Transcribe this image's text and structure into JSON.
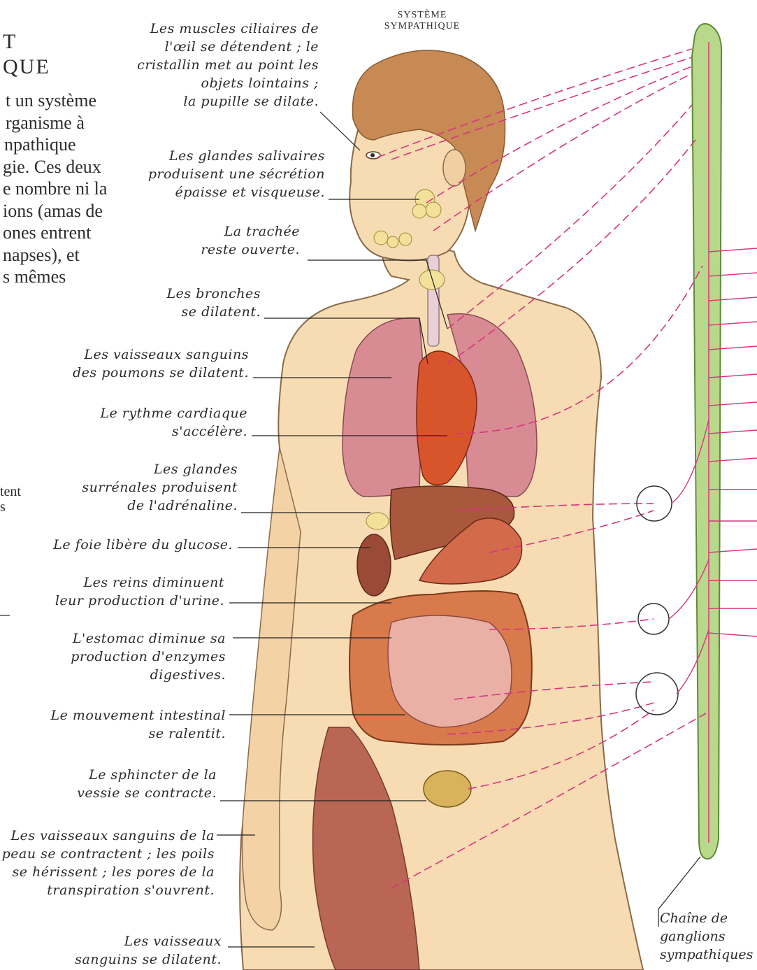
{
  "header": {
    "title_fragments": [
      "T",
      "QUE"
    ],
    "system_label": [
      "SYSTÈME",
      "SYMPATHIQUE"
    ]
  },
  "intro_fragments": [
    "t un système",
    "rganisme à",
    "npathique",
    "gie. Ces deux",
    "e nombre ni la",
    "ions (amas de",
    "ones entrent",
    "napses), et",
    "s mêmes"
  ],
  "side_fragments": [
    "tent",
    "s"
  ],
  "labels": [
    {
      "id": "eye",
      "lines": [
        "Les muscles ciliaires de",
        "l'œil se détendent ; le",
        "cristallin met au point les",
        "objets lointains ;",
        "la pupille se dilate."
      ]
    },
    {
      "id": "salivary",
      "lines": [
        "Les glandes salivaires",
        "produisent une sécrétion",
        "épaisse et visqueuse."
      ]
    },
    {
      "id": "trachea",
      "lines": [
        "La trachée",
        "reste ouverte."
      ]
    },
    {
      "id": "bronchi",
      "lines": [
        "Les bronches",
        "se dilatent."
      ]
    },
    {
      "id": "lung-vessels",
      "lines": [
        "Les vaisseaux sanguins",
        "des poumons se dilatent."
      ]
    },
    {
      "id": "heart",
      "lines": [
        "Le rythme cardiaque",
        "s'accélère."
      ]
    },
    {
      "id": "adrenal",
      "lines": [
        "Les glandes",
        "surrénales produisent",
        "de l'adrénaline."
      ]
    },
    {
      "id": "liver",
      "lines": [
        "Le foie libère du glucose."
      ]
    },
    {
      "id": "kidneys",
      "lines": [
        "Les reins diminuent",
        "leur production d'urine."
      ]
    },
    {
      "id": "stomach",
      "lines": [
        "L'estomac diminue sa",
        "production d'enzymes",
        "digestives."
      ]
    },
    {
      "id": "intestine",
      "lines": [
        "Le mouvement intestinal",
        "se ralentit."
      ]
    },
    {
      "id": "sphincter",
      "lines": [
        "Le sphincter de la",
        "vessie se contracte."
      ]
    },
    {
      "id": "skin",
      "lines": [
        "Les vaisseaux sanguins de la",
        "peau se contractent ; les poils",
        "se hérissent ; les pores de la",
        "transpiration s'ouvrent."
      ]
    },
    {
      "id": "muscle-vessels",
      "lines": [
        "Les vaisseaux",
        "sanguins se dilatent."
      ]
    }
  ],
  "chain_label": [
    "Chaîne de",
    "ganglions",
    "sympathiques"
  ],
  "colors": {
    "skin": "#f7dcb3",
    "skin_outline": "#8a6a4a",
    "hair": "#c88a55",
    "lungs": "#d98b94",
    "heart": "#d8552b",
    "liver": "#a9583d",
    "intestine": "#d97a4c",
    "bladder": "#d9b25c",
    "nerve": "#d8347f",
    "chain_fill": "#b8d98a",
    "chain_outline": "#5d8a3a",
    "thigh_muscle": "#b45a4a"
  }
}
